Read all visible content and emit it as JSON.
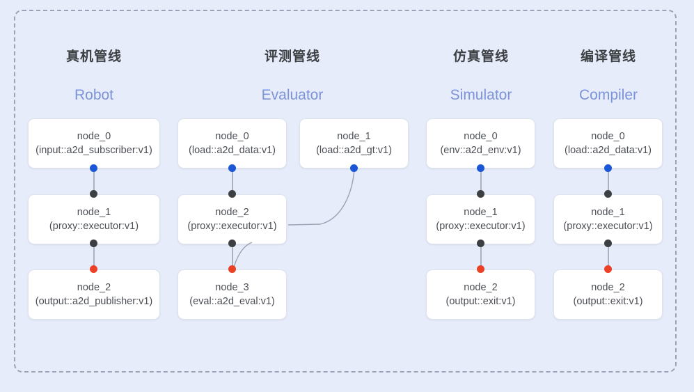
{
  "diagram": {
    "title_visible": false,
    "background_color": "#e7ecfb",
    "frame_border_color": "#9aa3b5",
    "accent_colors": {
      "dot_input_blue": "#1a56d6",
      "dot_link_black": "#3c4043",
      "dot_output_red": "#ea4026",
      "header_en_blue": "#7b93d8",
      "edge_line": "#aab3c4"
    }
  },
  "columns": [
    {
      "id": "robot",
      "title_cn": "真机管线",
      "title_en": "Robot",
      "nodes": [
        {
          "name": "node_0",
          "type": "(input::a2d_subscriber:v1)"
        },
        {
          "name": "node_1",
          "type": "(proxy::executor:v1)"
        },
        {
          "name": "node_2",
          "type": "(output::a2d_publisher:v1)"
        }
      ]
    },
    {
      "id": "evaluator",
      "title_cn": "评测管线",
      "title_en": "Evaluator",
      "nodes": [
        {
          "name": "node_0",
          "type": "(load::a2d_data:v1)"
        },
        {
          "name": "node_1",
          "type": "(load::a2d_gt:v1)"
        },
        {
          "name": "node_2",
          "type": "(proxy::executor:v1)"
        },
        {
          "name": "node_3",
          "type": "(eval::a2d_eval:v1)"
        }
      ]
    },
    {
      "id": "simulator",
      "title_cn": "仿真管线",
      "title_en": "Simulator",
      "nodes": [
        {
          "name": "node_0",
          "type": "(env::a2d_env:v1)"
        },
        {
          "name": "node_1",
          "type": "(proxy::executor:v1)"
        },
        {
          "name": "node_2",
          "type": "(output::exit:v1)"
        }
      ]
    },
    {
      "id": "compiler",
      "title_cn": "编译管线",
      "title_en": "Compiler",
      "nodes": [
        {
          "name": "node_0",
          "type": "(load::a2d_data:v1)"
        },
        {
          "name": "node_1",
          "type": "(proxy::executor:v1)"
        },
        {
          "name": "node_2",
          "type": "(output::exit:v1)"
        }
      ]
    }
  ]
}
